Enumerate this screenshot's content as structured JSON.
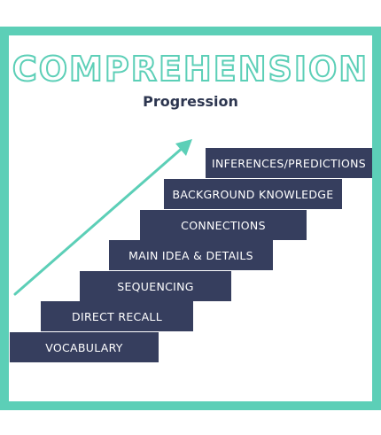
{
  "header": {
    "title": "COMPREHENSION",
    "subtitle": "Progression"
  },
  "steps": [
    "VOCABULARY",
    "DIRECT RECALL",
    "SEQUENCING",
    "MAIN IDEA & DETAILS",
    "CONNECTIONS",
    "BACKGROUND KNOWLEDGE",
    "INFERENCES/PREDICTIONS"
  ],
  "colors": {
    "accent": "#5ccfb7",
    "step": "#363e5e",
    "text_dark": "#2d3650"
  }
}
